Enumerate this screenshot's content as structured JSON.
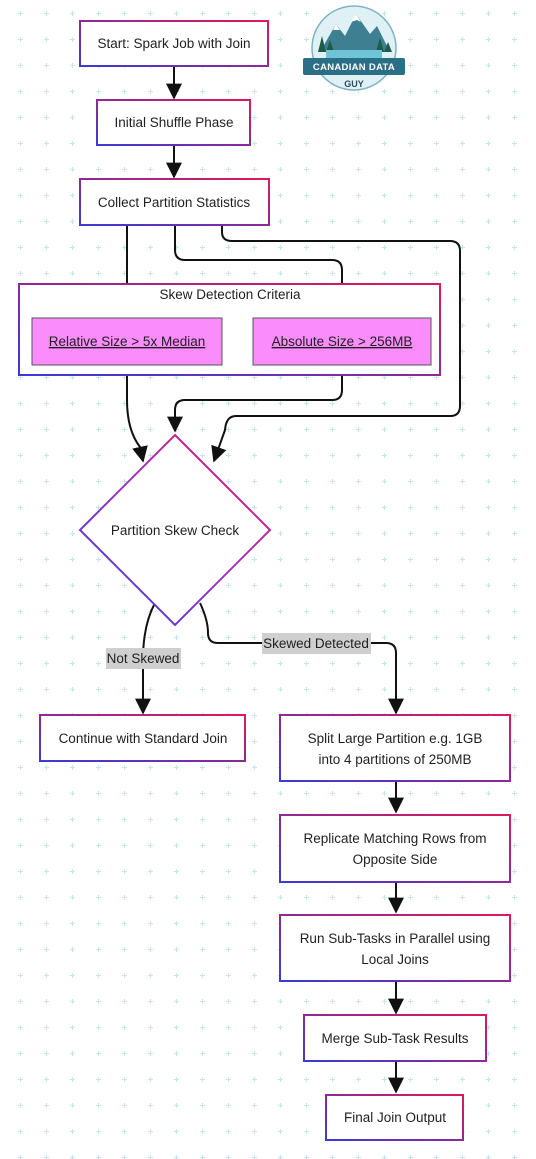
{
  "logo": {
    "line1": "CANADIAN DATA",
    "line2": "GUY"
  },
  "nodes": {
    "start": "Start: Spark Job with Join",
    "shuffle": "Initial Shuffle Phase",
    "collect": "Collect Partition Statistics",
    "skew_group_title": "Skew Detection Criteria",
    "relative": "Relative Size > 5x Median",
    "absolute": "Absolute Size > 256MB",
    "decision": "Partition Skew Check",
    "continue": "Continue with Standard Join",
    "split_line1": "Split Large Partition e.g. 1GB",
    "split_line2": "into 4 partitions of 250MB",
    "replicate_line1": "Replicate Matching Rows from",
    "replicate_line2": "Opposite Side",
    "run_line1": "Run Sub-Tasks in Parallel using",
    "run_line2": "Local Joins",
    "merge": "Merge Sub-Task Results",
    "final": "Final Join Output"
  },
  "edge_labels": {
    "not_skewed": "Not Skewed",
    "skewed": "Skewed Detected"
  },
  "colors": {
    "border_start": "#3a3ad6",
    "border_end": "#e0185a",
    "highlight_fill": "#fb8cfb",
    "grid": "#c4e5ea",
    "edge": "#111111",
    "edge_label_bg": "#cfcfcf"
  }
}
